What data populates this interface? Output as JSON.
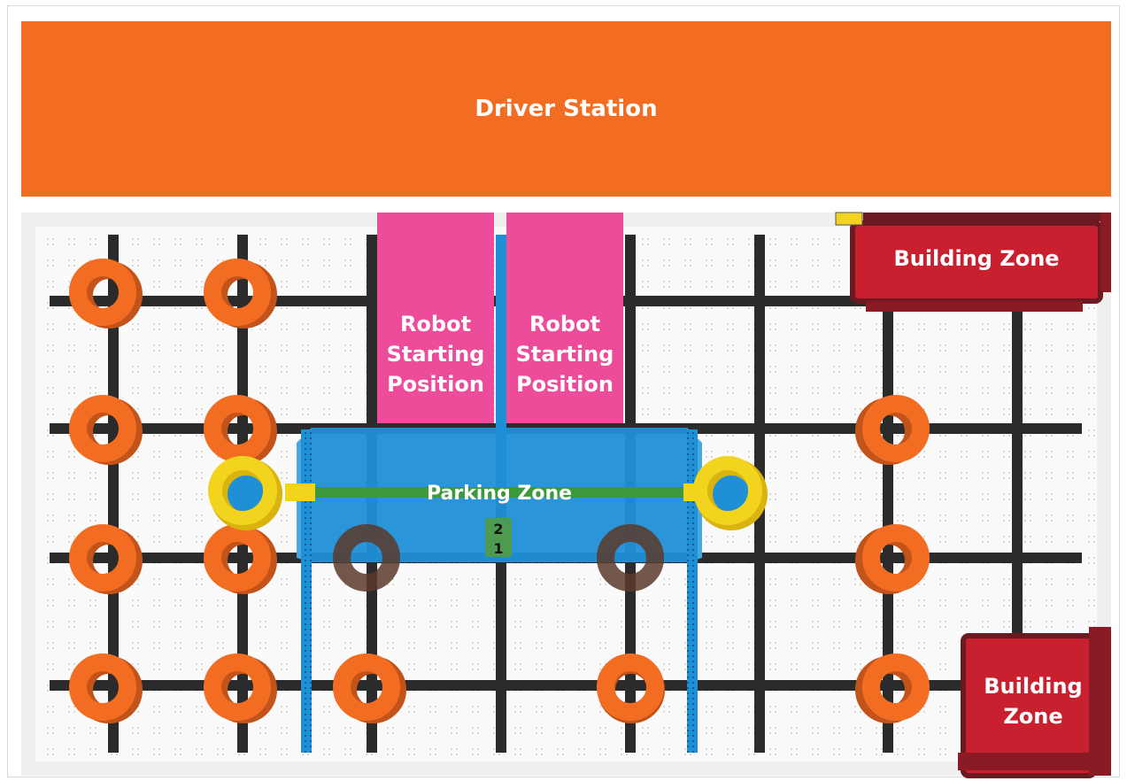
{
  "driver_station": {
    "label": "Driver Station"
  },
  "zones": {
    "building_zone_top": {
      "label": "Building Zone"
    },
    "building_zone_bottom": {
      "line1": "Building",
      "line2": "Zone"
    },
    "robot_start_left": {
      "line1": "Robot",
      "line2": "Starting",
      "line3": "Position"
    },
    "robot_start_right": {
      "line1": "Robot",
      "line2": "Starting",
      "line3": "Position"
    },
    "parking_zone": {
      "label": "Parking Zone"
    },
    "parking_marker": {
      "top": "2",
      "bottom": "1"
    }
  },
  "colors": {
    "driver_station": "#f26d21",
    "robot_start": "#ec4c9a",
    "parking_zone": "#1f8fd6",
    "building_zone": "#c8202f",
    "ring_orange": "#f26d21",
    "ring_yellow": "#f2d41e",
    "grid": "#2b2b2b"
  }
}
